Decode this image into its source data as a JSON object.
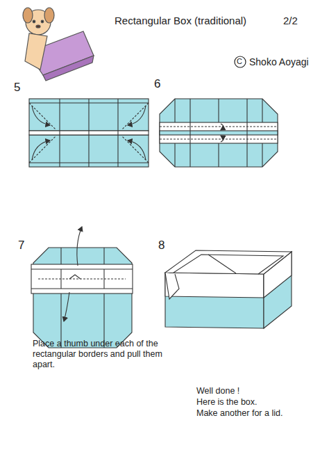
{
  "diagram": {
    "title": "Rectangular Box (traditional)",
    "labels": [
      "2/2",
      "C",
      "Shoko Aoyagi",
      "5",
      "6",
      "7",
      "Place a thumb under each of the rectangular borders and pull them apart.",
      "8",
      "Well done !",
      "Here is the box.",
      "Make another for a lid."
    ]
  }
}
